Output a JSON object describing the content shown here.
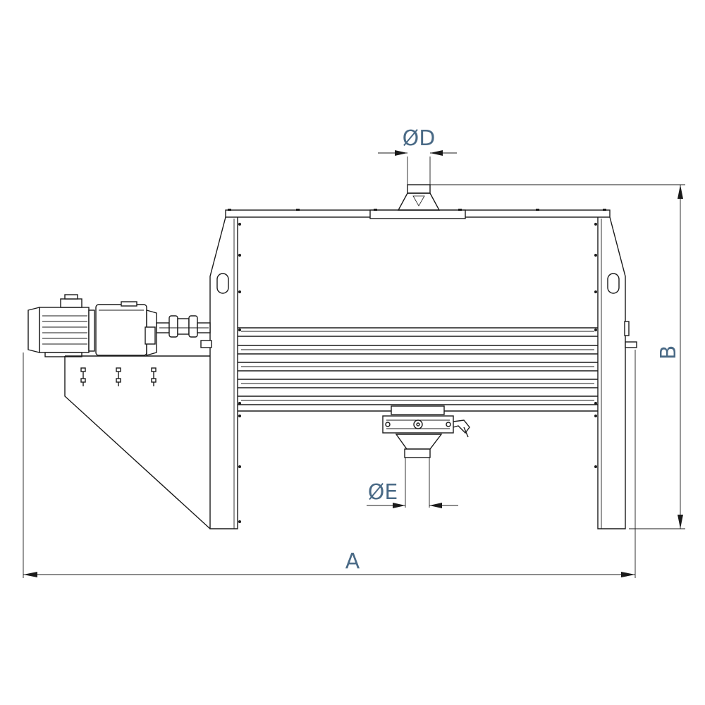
{
  "dimensions": {
    "overall_length": "A",
    "overall_height": "B",
    "inlet_diameter": "ØD",
    "outlet_diameter": "ØE"
  },
  "colors": {
    "line": "#1a1a1a",
    "dimension_text": "#4a6a86",
    "background": "#ffffff"
  }
}
